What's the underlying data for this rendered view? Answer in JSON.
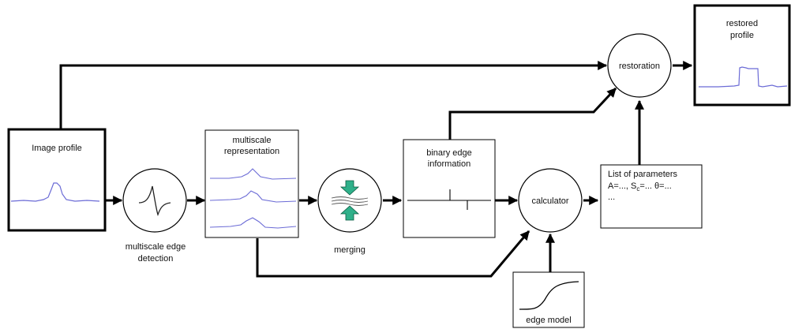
{
  "blocks": {
    "image_profile": {
      "label": "Image profile"
    },
    "edge_detection": {
      "label_line1": "multiscale edge",
      "label_line2": "detection"
    },
    "multiscale_representation": {
      "label_line1": "multiscale",
      "label_line2": "representation"
    },
    "merging": {
      "label": "merging"
    },
    "binary_edge": {
      "label_line1": "binary edge",
      "label_line2": "information"
    },
    "calculator": {
      "label": "calculator"
    },
    "parameters": {
      "line1": "List of parameters",
      "a_eq": "A=..., S",
      "sub_c": "c",
      "rest": "=...  θ=...",
      "ellipsis": "..."
    },
    "edge_model": {
      "label": "edge model"
    },
    "restoration": {
      "label": "restoration"
    },
    "restored_profile": {
      "label_line1": "restored",
      "label_line2": "profile"
    }
  },
  "colors": {
    "signal": "#6b6bd6",
    "merge_arrow_fill": "#2fb08a",
    "stroke": "#000000"
  }
}
